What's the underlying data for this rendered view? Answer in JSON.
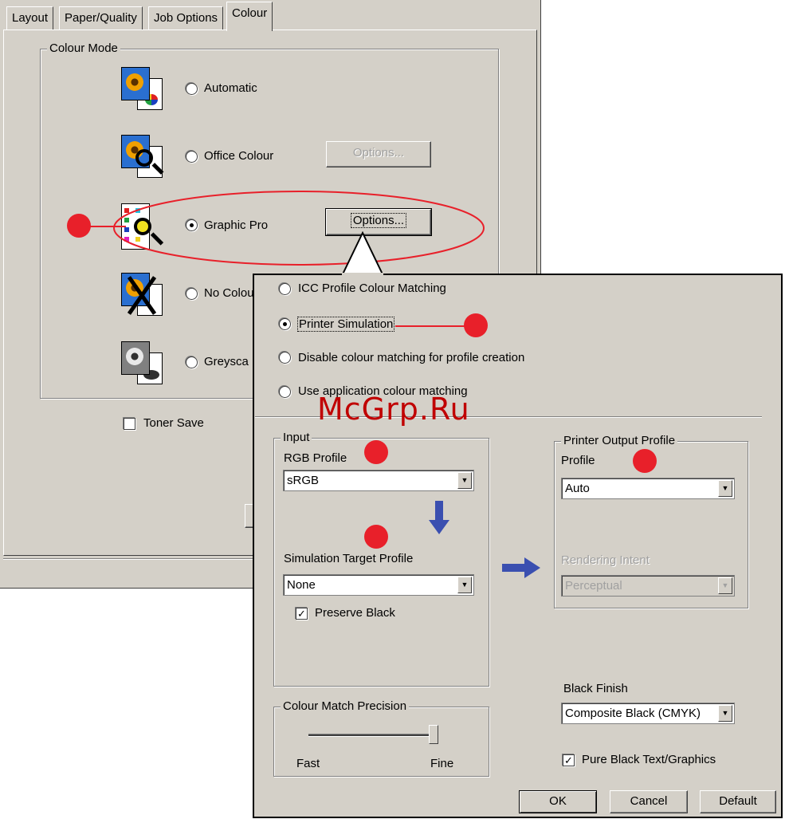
{
  "tabs": [
    "Layout",
    "Paper/Quality",
    "Job Options",
    "Colour"
  ],
  "colour_mode": {
    "legend": "Colour Mode",
    "options": [
      {
        "label": "Automatic",
        "selected": false,
        "icon": "sunflower-document-icon"
      },
      {
        "label": "Office Colour",
        "selected": false,
        "icon": "magnifier-document-icon"
      },
      {
        "label": "Graphic Pro",
        "selected": true,
        "icon": "magnifier-colour-grid-icon"
      },
      {
        "label": "No Colou",
        "selected": false,
        "icon": "crossed-document-icon"
      },
      {
        "label": "Greysca",
        "selected": false,
        "icon": "greyscale-document-icon"
      }
    ],
    "office_options_button": "Options...",
    "graphic_options_button": "Options..."
  },
  "toner_save": {
    "label": "Toner Save",
    "checked": false
  },
  "subdialog": {
    "matching_options": [
      {
        "label": "ICC Profile Colour Matching",
        "selected": false
      },
      {
        "label": "Printer Simulation",
        "selected": true
      },
      {
        "label": "Disable colour matching for profile creation",
        "selected": false
      },
      {
        "label": "Use application colour matching",
        "selected": false
      }
    ],
    "input": {
      "legend": "Input",
      "rgb_profile_label": "RGB Profile",
      "rgb_profile_value": "sRGB",
      "sim_target_label": "Simulation Target Profile",
      "sim_target_value": "None",
      "preserve_black_label": "Preserve Black",
      "preserve_black_checked": true
    },
    "output": {
      "legend": "Printer Output Profile",
      "profile_label": "Profile",
      "profile_value": "Auto",
      "rendering_intent_label": "Rendering Intent",
      "rendering_intent_value": "Perceptual"
    },
    "precision": {
      "legend": "Colour Match Precision",
      "min_label": "Fast",
      "max_label": "Fine",
      "level": 1.0
    },
    "black_finish": {
      "label": "Black Finish",
      "value": "Composite Black (CMYK)"
    },
    "pure_black": {
      "label": "Pure Black Text/Graphics",
      "checked": true
    },
    "buttons": {
      "ok": "OK",
      "cancel": "Cancel",
      "default": "Default"
    }
  },
  "watermark": "McGrp.Ru",
  "colors": {
    "callout": "#e8202a",
    "arrow": "#3a4fb0",
    "face": "#d4d0c8"
  }
}
